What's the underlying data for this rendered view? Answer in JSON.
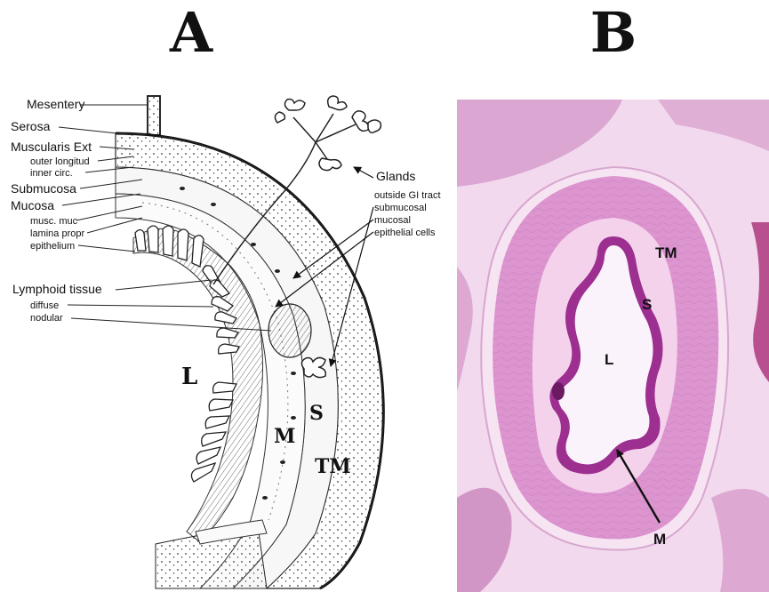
{
  "panel_a": {
    "letter": "A",
    "layer_labels": {
      "mesentery": "Mesentery",
      "serosa": "Serosa",
      "muscularis_ext": "Muscularis Ext",
      "outer_longitud": "outer longitud",
      "inner_circ": "inner circ.",
      "submucosa": "Submucosa",
      "mucosa": "Mucosa",
      "musc_muc": "musc. muc",
      "lamina_propr": "lamina propr",
      "epithelium": "epithelium"
    },
    "lymphoid": {
      "title": "Lymphoid tissue",
      "diffuse": "diffuse",
      "nodular": "nodular"
    },
    "glands": {
      "title": "Glands",
      "items": [
        "outside GI tract",
        "submucosal",
        "mucosal",
        "epithelial cells"
      ]
    },
    "region_labels": {
      "lumen": "L",
      "submucosa": "S",
      "mucosa": "M",
      "tunica_muscularis": "TM"
    }
  },
  "panel_b": {
    "letter": "B",
    "region_labels": {
      "tunica_muscularis": "TM",
      "submucosa": "S",
      "lumen": "L",
      "mucosa": "M"
    },
    "colors": {
      "background": "#f2d9ee",
      "muscle": "#d98ccc",
      "submucosa": "#f5d6ee",
      "epithelium": "#9c2f8f",
      "lumen": "#fbf3fb"
    }
  }
}
